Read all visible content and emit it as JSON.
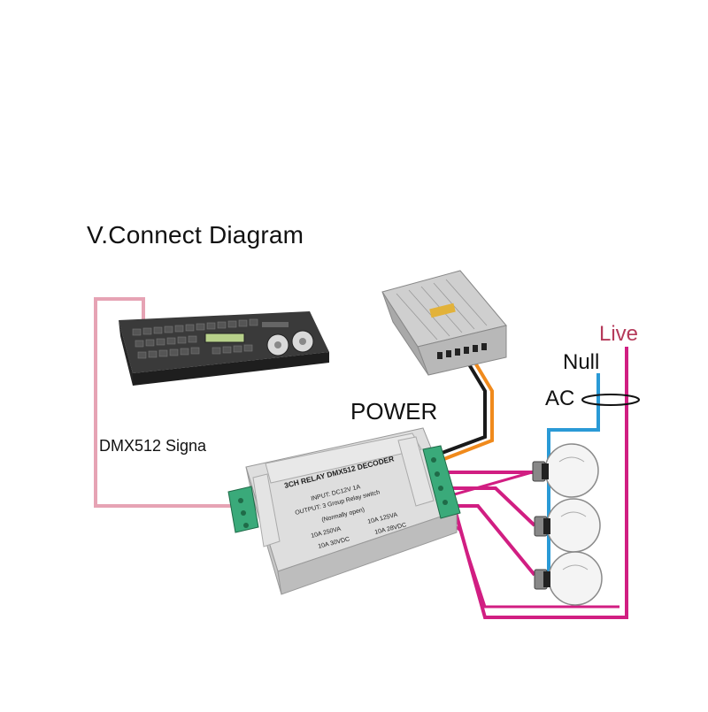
{
  "title": "V.Connect Diagram",
  "labels": {
    "power": "POWER",
    "dmx_signal": "DMX512 Signa",
    "live": "Live",
    "null": "Null",
    "ac": "AC"
  },
  "decoder": {
    "name": "3CH RELAY DMX512 DECODER",
    "input": "INPUT: DC12V 1A",
    "output": "OUTPUT: 3 Group Relay switch",
    "mode": "(Normally open)",
    "rating_1": "10A 250VA",
    "rating_2": "10A 125VA",
    "rating_3": "10A 30VDC",
    "rating_4": "10A 28VDC"
  },
  "colors": {
    "signal_wire": "#e6a3b4",
    "live_wire": "#d11e82",
    "null_wire": "#2a9ad6",
    "power_positive": "#f08a1c",
    "power_negative": "#1a1a1a"
  }
}
